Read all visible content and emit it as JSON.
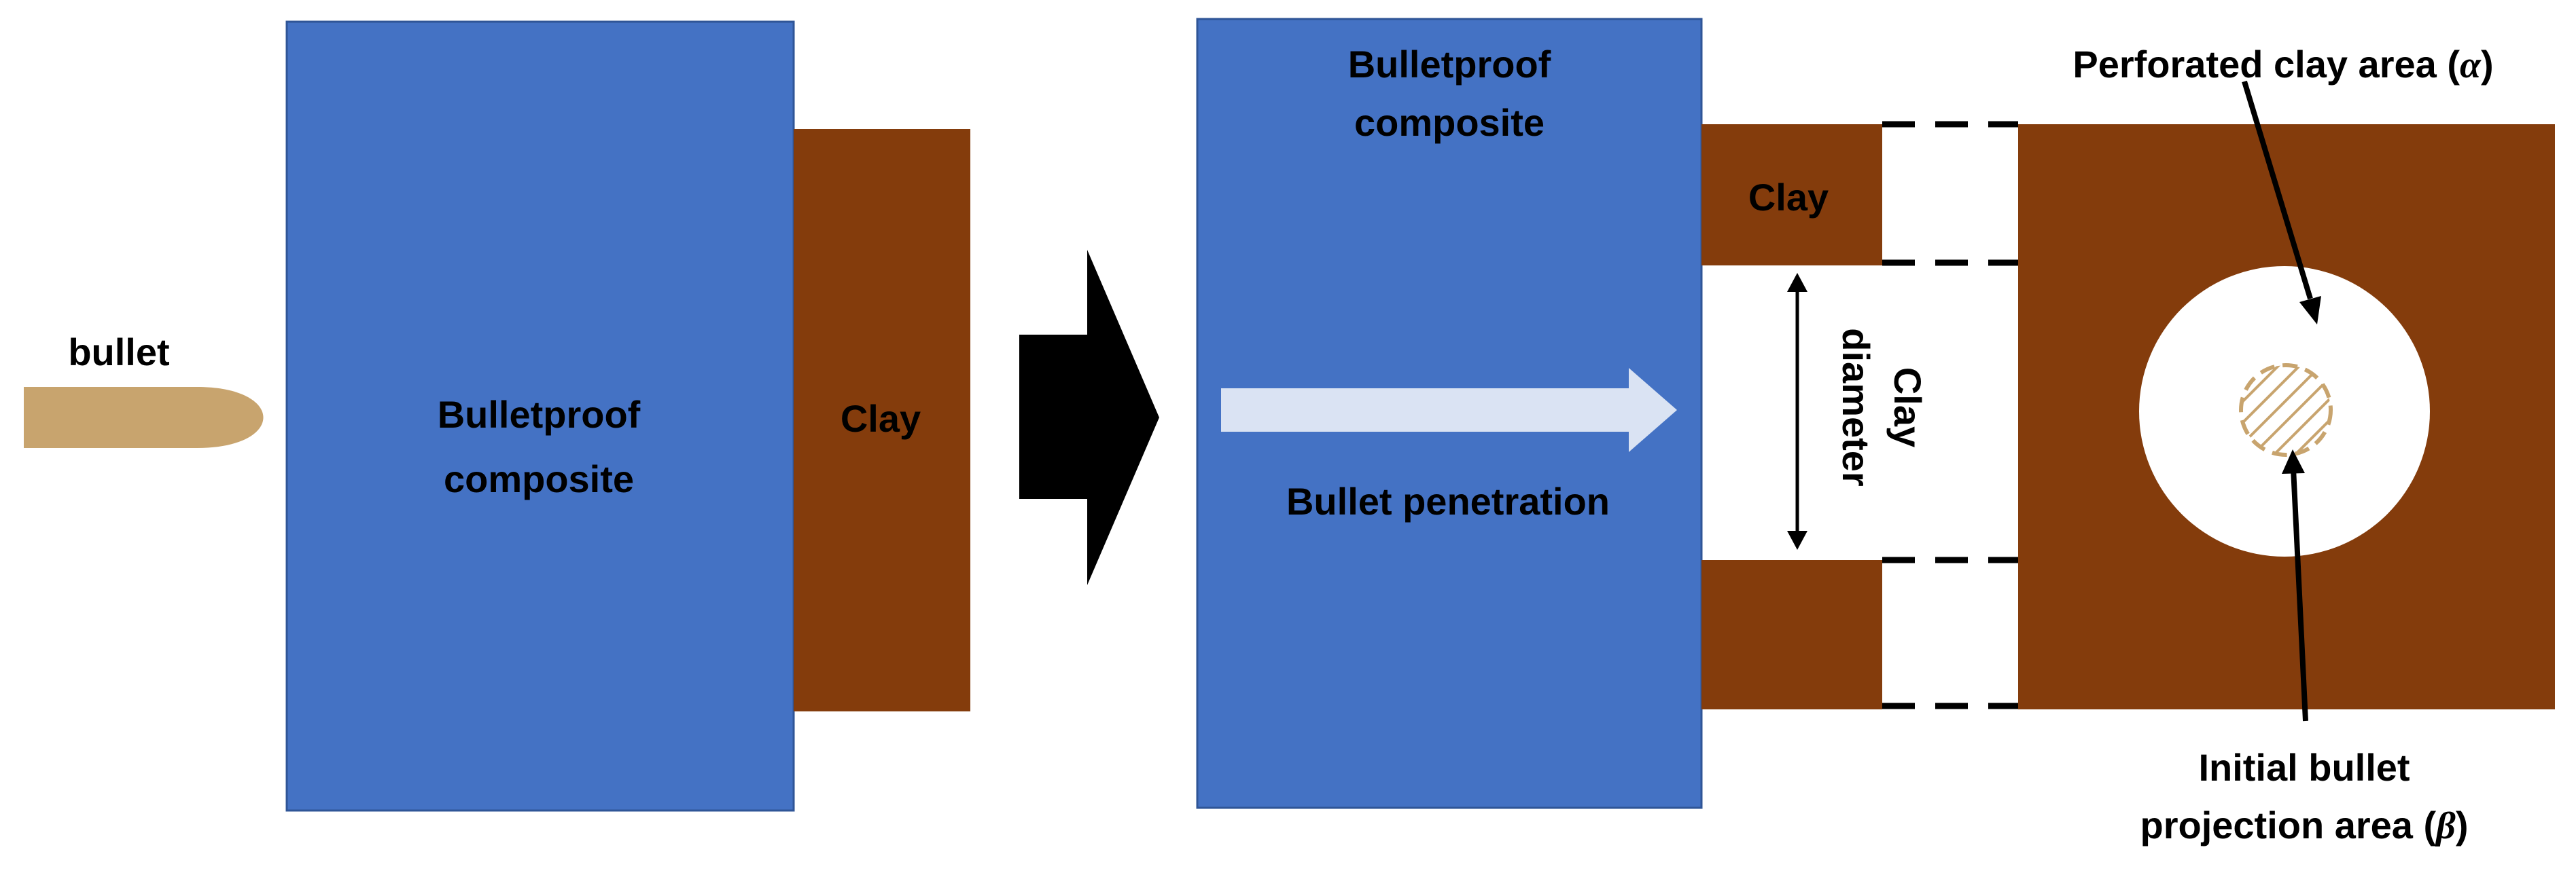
{
  "labels": {
    "bullet": "bullet",
    "composite_left_line1": "Bulletproof",
    "composite_left_line2": "composite",
    "clay_left": "Clay",
    "composite_right_line1": "Bulletproof",
    "composite_right_line2": "composite",
    "bullet_penetration": "Bullet penetration",
    "clay_right": "Clay",
    "clay_diameter_line1": "Clay",
    "clay_diameter_line2": "diameter",
    "perforated_prefix": "Perforated clay area (",
    "alpha_symbol": "α",
    "closing_paren": ")",
    "initial_line1": "Initial bullet",
    "projection_prefix": "projection area (",
    "beta_symbol": "β"
  },
  "colors": {
    "composite_blue": "#4472c4",
    "composite_border": "#2f5597",
    "clay_brown": "#843c0c",
    "bullet_tan": "#c8a46e",
    "arrow_light": "#dae3f3",
    "hole_white": "#ffffff",
    "arrow_black": "#000000"
  }
}
